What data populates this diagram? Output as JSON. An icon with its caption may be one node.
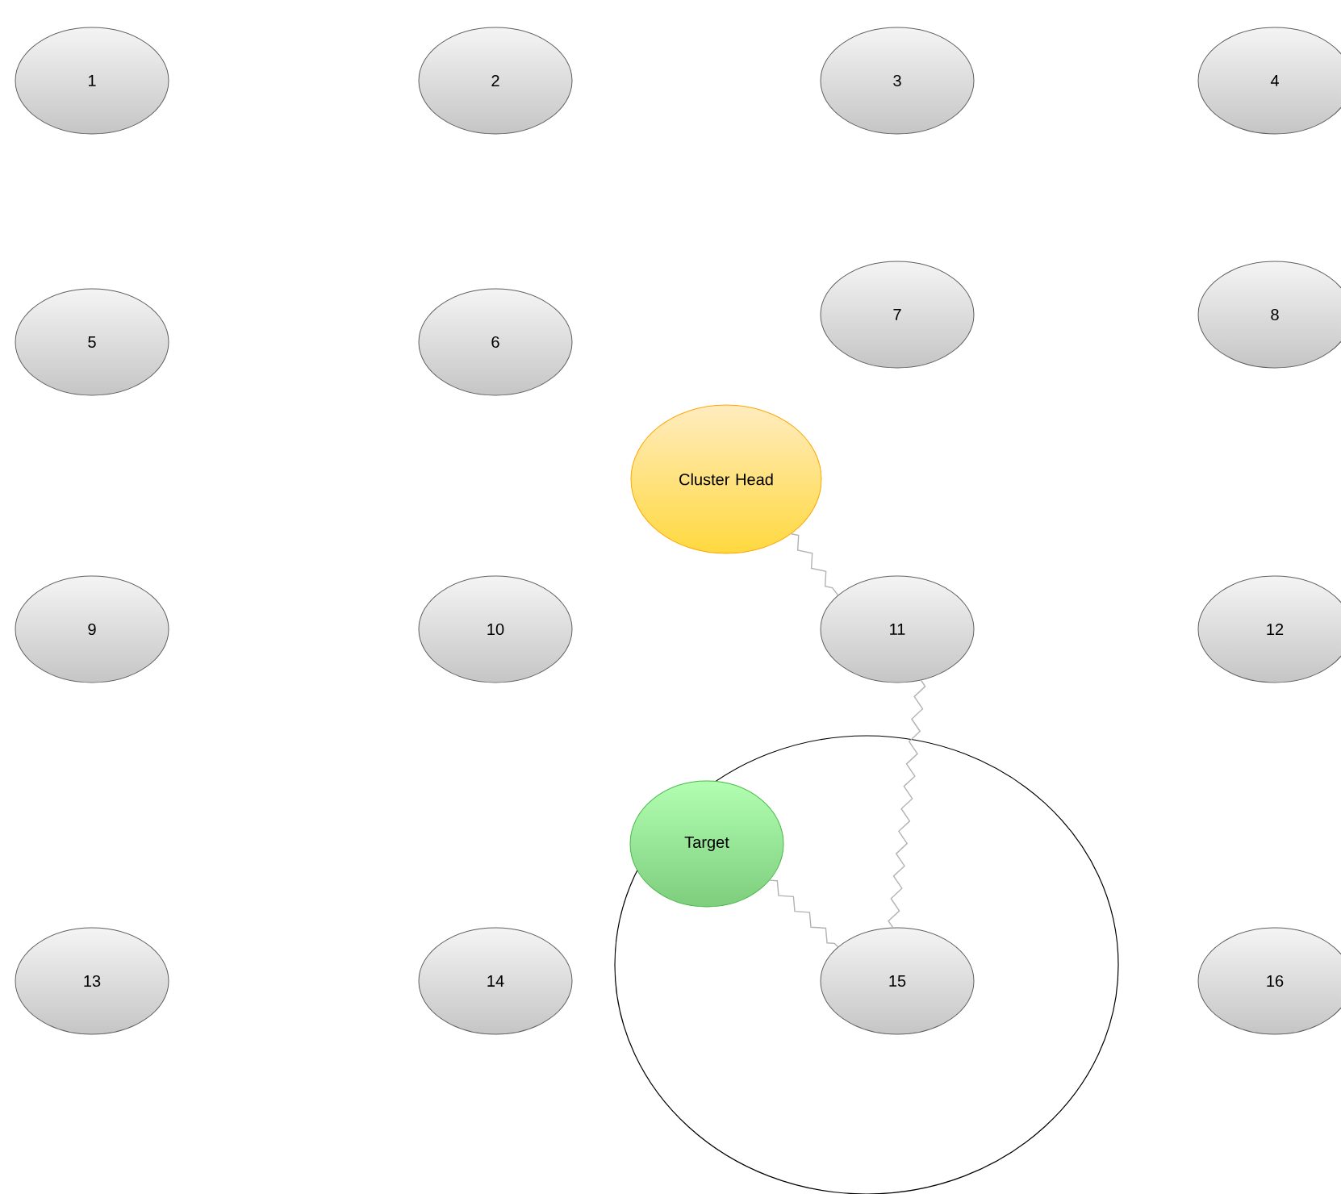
{
  "diagram": {
    "nodes": [
      {
        "text": [
          "1"
        ]
      },
      {
        "text": [
          "2"
        ]
      },
      {
        "text": [
          "3"
        ]
      },
      {
        "text": [
          "4"
        ]
      },
      {
        "text": [
          "5"
        ]
      },
      {
        "text": [
          "6"
        ]
      },
      {
        "text": [
          "7"
        ]
      },
      {
        "text": [
          "8"
        ]
      },
      {
        "text": [
          "Cluster Head"
        ]
      },
      {
        "text": [
          "9"
        ]
      },
      {
        "text": [
          "10"
        ]
      },
      {
        "text": [
          "11"
        ]
      },
      {
        "text": [
          "12"
        ]
      },
      {
        "text": [
          "Target"
        ]
      },
      {
        "text": [
          "13"
        ]
      },
      {
        "text": [
          "14"
        ]
      },
      {
        "text": [
          "15"
        ]
      },
      {
        "text": [
          "16"
        ]
      }
    ],
    "edges": [
      {
        "from": 8,
        "to": 11,
        "arrow": "none"
      },
      {
        "from": 11,
        "to": 16,
        "arrow": "none"
      },
      {
        "from": 13,
        "to": 16,
        "arrow": "none"
      }
    ]
  }
}
